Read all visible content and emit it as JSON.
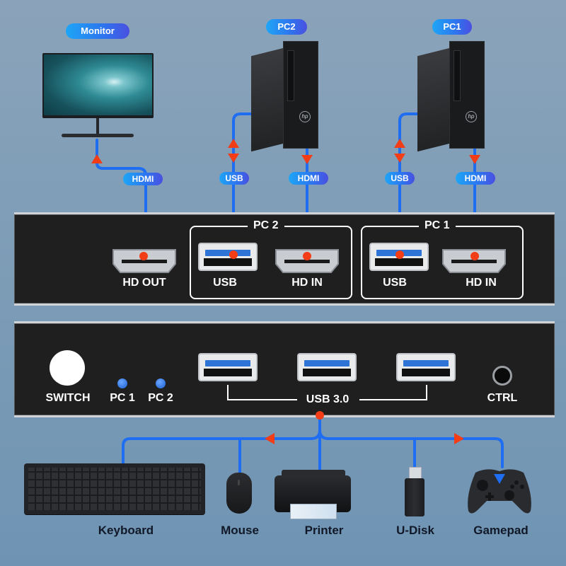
{
  "colors": {
    "background": "#7b9bb6",
    "cable": "#1f6ef2",
    "arrow": "#f23d16",
    "panel": "#1f1f20",
    "pill_gradient_start": "#1ea6f6",
    "pill_gradient_end": "#4a4fe0"
  },
  "top_devices": {
    "monitor": {
      "label": "Monitor",
      "icon": "monitor-icon"
    },
    "pc2": {
      "label": "PC2",
      "icon": "desktop-tower-icon",
      "brand": "hp"
    },
    "pc1": {
      "label": "PC1",
      "icon": "desktop-tower-icon",
      "brand": "hp"
    }
  },
  "cable_labels": {
    "monitor_hdmi": "HDMI",
    "pc2_usb": "USB",
    "pc2_hdmi": "HDMI",
    "pc1_usb": "USB",
    "pc1_hdmi": "HDMI"
  },
  "rear_panel": {
    "hd_out": "HD OUT",
    "groups": [
      {
        "title": "PC 2",
        "ports": [
          "USB",
          "HD IN"
        ]
      },
      {
        "title": "PC 1",
        "ports": [
          "USB",
          "HD IN"
        ]
      }
    ]
  },
  "front_panel": {
    "switch_label": "SWITCH",
    "leds": [
      "PC 1",
      "PC 2"
    ],
    "usb_group_label": "USB 3.0",
    "usb_port_count": 3,
    "ctrl_label": "CTRL"
  },
  "peripherals": [
    {
      "label": "Keyboard",
      "icon": "keyboard-icon"
    },
    {
      "label": "Mouse",
      "icon": "mouse-icon"
    },
    {
      "label": "Printer",
      "icon": "printer-icon"
    },
    {
      "label": "U-Disk",
      "icon": "usb-drive-icon"
    },
    {
      "label": "Gamepad",
      "icon": "gamepad-icon"
    }
  ]
}
